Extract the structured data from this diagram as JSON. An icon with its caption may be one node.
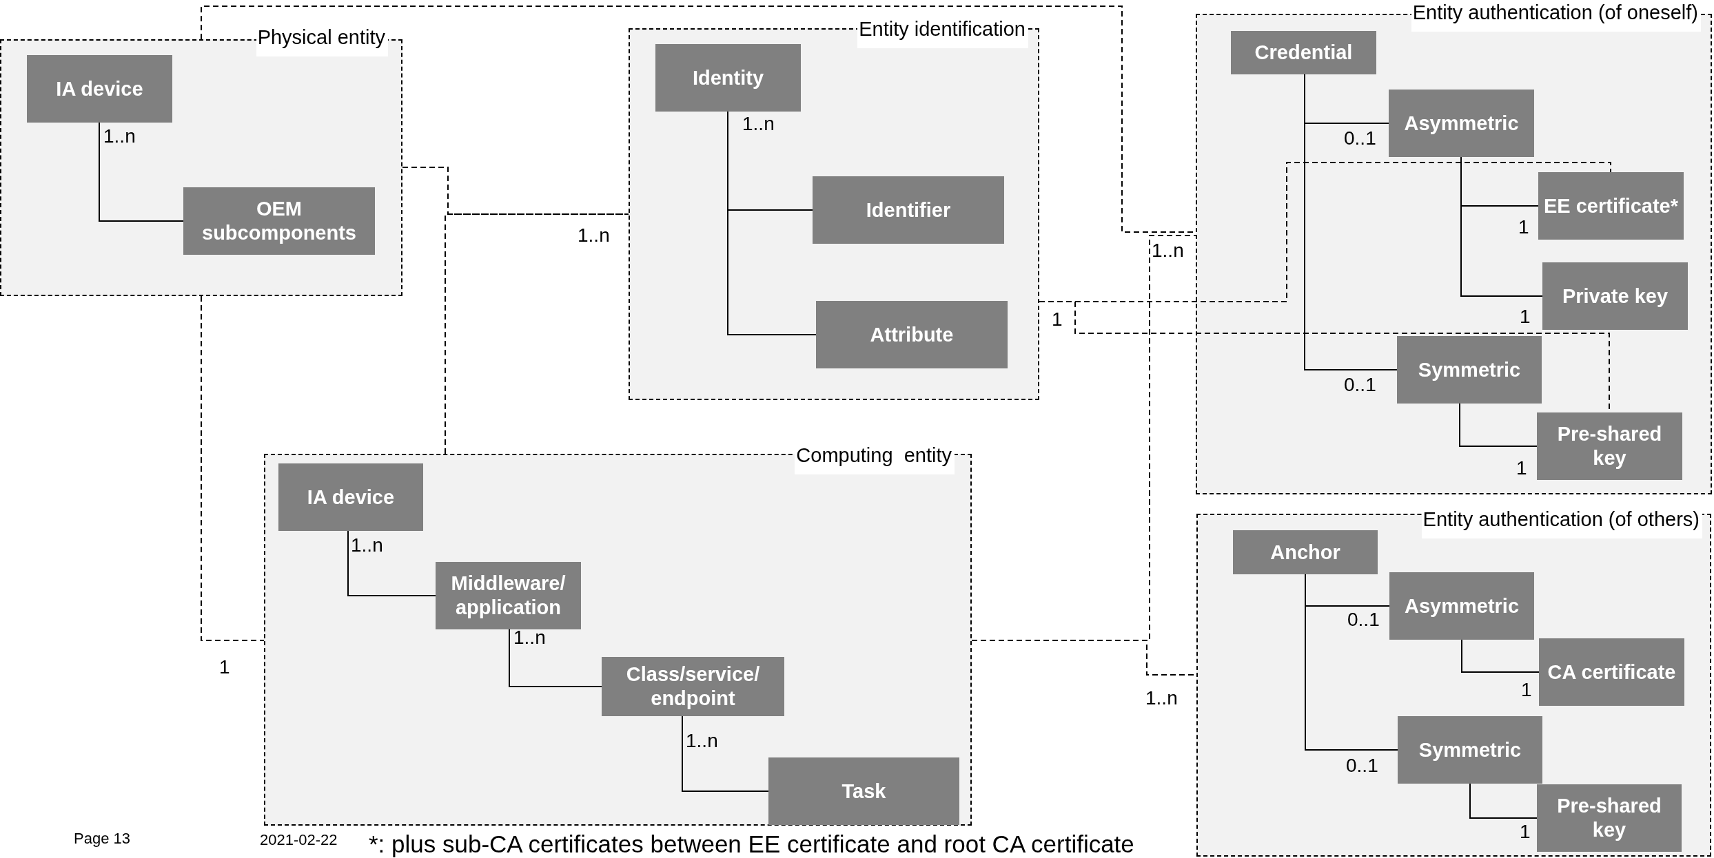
{
  "diagram": {
    "nodes": [
      {
        "text": [
          "Physical entity"
        ]
      },
      {
        "text": [
          "IA device"
        ],
        "in": 0
      },
      {
        "text": [
          "OEM subcomponents"
        ],
        "in": 0
      },
      {
        "text": [
          "Entity identification"
        ]
      },
      {
        "text": [
          "Identity"
        ],
        "in": 3
      },
      {
        "text": [
          "Identifier"
        ],
        "in": 3
      },
      {
        "text": [
          "Attribute"
        ],
        "in": 3
      },
      {
        "text": [
          "Computing  entity"
        ]
      },
      {
        "text": [
          "IA device"
        ],
        "in": 7
      },
      {
        "text": [
          "Middleware/ application"
        ],
        "in": 7
      },
      {
        "text": [
          "Class/service/ endpoint"
        ],
        "in": 7
      },
      {
        "text": [
          "Task"
        ],
        "in": 7
      },
      {
        "text": [
          "Entity authentication (of oneself)"
        ]
      },
      {
        "text": [
          "Credential"
        ],
        "in": 12
      },
      {
        "text": [
          "Asymmetric"
        ],
        "in": 12
      },
      {
        "text": [
          "EE certificate*"
        ],
        "in": 12
      },
      {
        "text": [
          "Private key"
        ],
        "in": 12
      },
      {
        "text": [
          "Symmetric"
        ],
        "in": 12
      },
      {
        "text": [
          "Pre-shared key"
        ],
        "in": 12
      },
      {
        "text": [
          "Entity authentication (of others)"
        ]
      },
      {
        "text": [
          "Anchor"
        ],
        "in": 19
      },
      {
        "text": [
          "Asymmetric"
        ],
        "in": 19
      },
      {
        "text": [
          "CA certificate"
        ],
        "in": 19
      },
      {
        "text": [
          "Symmetric"
        ],
        "in": 19
      },
      {
        "text": [
          "Pre-shared key"
        ],
        "in": 19
      }
    ],
    "edges": [
      {
        "from": 1,
        "to": 2,
        "arrow": "none",
        "label": "1..n"
      },
      {
        "from": 4,
        "to": 5,
        "arrow": "none",
        "label": "1..n"
      },
      {
        "from": 4,
        "to": 6,
        "arrow": "none"
      },
      {
        "from": 8,
        "to": 9,
        "arrow": "none",
        "label": "1..n"
      },
      {
        "from": 9,
        "to": 10,
        "arrow": "none",
        "label": "1..n"
      },
      {
        "from": 10,
        "to": 11,
        "arrow": "none",
        "label": "1..n"
      },
      {
        "from": 13,
        "to": 14,
        "arrow": "none",
        "label": "0..1"
      },
      {
        "from": 13,
        "to": 17,
        "arrow": "none",
        "label": "0..1"
      },
      {
        "from": 14,
        "to": 15,
        "arrow": "none",
        "label": "1"
      },
      {
        "from": 14,
        "to": 16,
        "arrow": "none",
        "label": "1"
      },
      {
        "from": 17,
        "to": 18,
        "arrow": "none",
        "label": "1"
      },
      {
        "from": 20,
        "to": 21,
        "arrow": "none",
        "label": "0..1"
      },
      {
        "from": 20,
        "to": 23,
        "arrow": "none",
        "label": "0..1"
      },
      {
        "from": 21,
        "to": 22,
        "arrow": "none",
        "label": "1"
      },
      {
        "from": 23,
        "to": 24,
        "arrow": "none",
        "label": "1"
      },
      {
        "from": 0,
        "to": 3,
        "arrow": "none",
        "label": "1..n",
        "style": "dashed"
      },
      {
        "from": 7,
        "to": 3,
        "arrow": "none",
        "style": "dashed"
      },
      {
        "from": 0,
        "to": 7,
        "arrow": "none",
        "label": "1",
        "style": "dashed"
      },
      {
        "from": 0,
        "to": 12,
        "arrow": "none",
        "label": "1..n",
        "style": "dashed"
      },
      {
        "from": 3,
        "to": 15,
        "arrow": "none",
        "label": "1",
        "style": "dashed"
      },
      {
        "from": 3,
        "to": 18,
        "arrow": "none",
        "style": "dashed"
      },
      {
        "from": 7,
        "to": 12,
        "arrow": "none",
        "style": "dashed"
      },
      {
        "from": 7,
        "to": 19,
        "arrow": "none",
        "label": "1..n",
        "style": "dashed"
      }
    ],
    "labels": [
      "Page 13",
      "2021-02-22",
      "*: plus sub-CA certificates between EE certificate and root CA certificate"
    ]
  }
}
